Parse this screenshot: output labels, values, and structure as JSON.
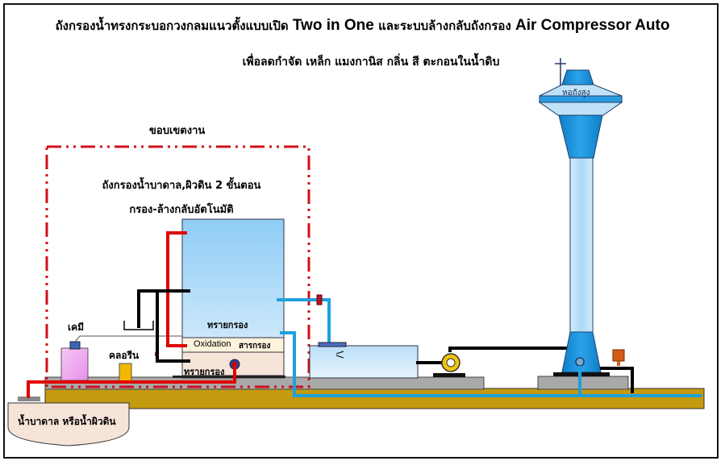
{
  "title": {
    "line1_thai_a": "ถังกรองน้ำทรงกระบอกวงกลมแนวตั้งแบบเปิด",
    "line1_en_a": "Two in One",
    "line1_thai_b": "และระบบล้างกลับถังกรอง",
    "line1_en_b": "Air Compressor Auto",
    "line2": "เพื่อลดกำจัด เหล็ก แมงกานิส กลิ่น สี ตะกอนในน้ำดิบ"
  },
  "scope": {
    "label": "ขอบเขตงาน",
    "filter_title": "ถังกรองน้ำบาดาล,ผิวดิน 2 ขั้นตอน",
    "filter_subtitle": "กรอง-ล้างกลับอัตโนมัติ"
  },
  "tank": {
    "sand_upper": "ทรายกรอง",
    "oxidation": "Oxidation",
    "oxidation_media": "สารกรอง",
    "sand_lower": "ทรายกรอง"
  },
  "components": {
    "chemical": "เคมี",
    "chlorine": "คลอรีน",
    "water_source": "น้ำบาดาล หรือน้ำผิวดิน",
    "water_tower": "หอถังสูง"
  },
  "colors": {
    "pipe_raw": "#e00000",
    "pipe_treated": "#1ea0dc",
    "pipe_drain": "#000000",
    "boundary": "#d0101a",
    "ground": "#c49a10",
    "tower": "#1a8ed8"
  }
}
